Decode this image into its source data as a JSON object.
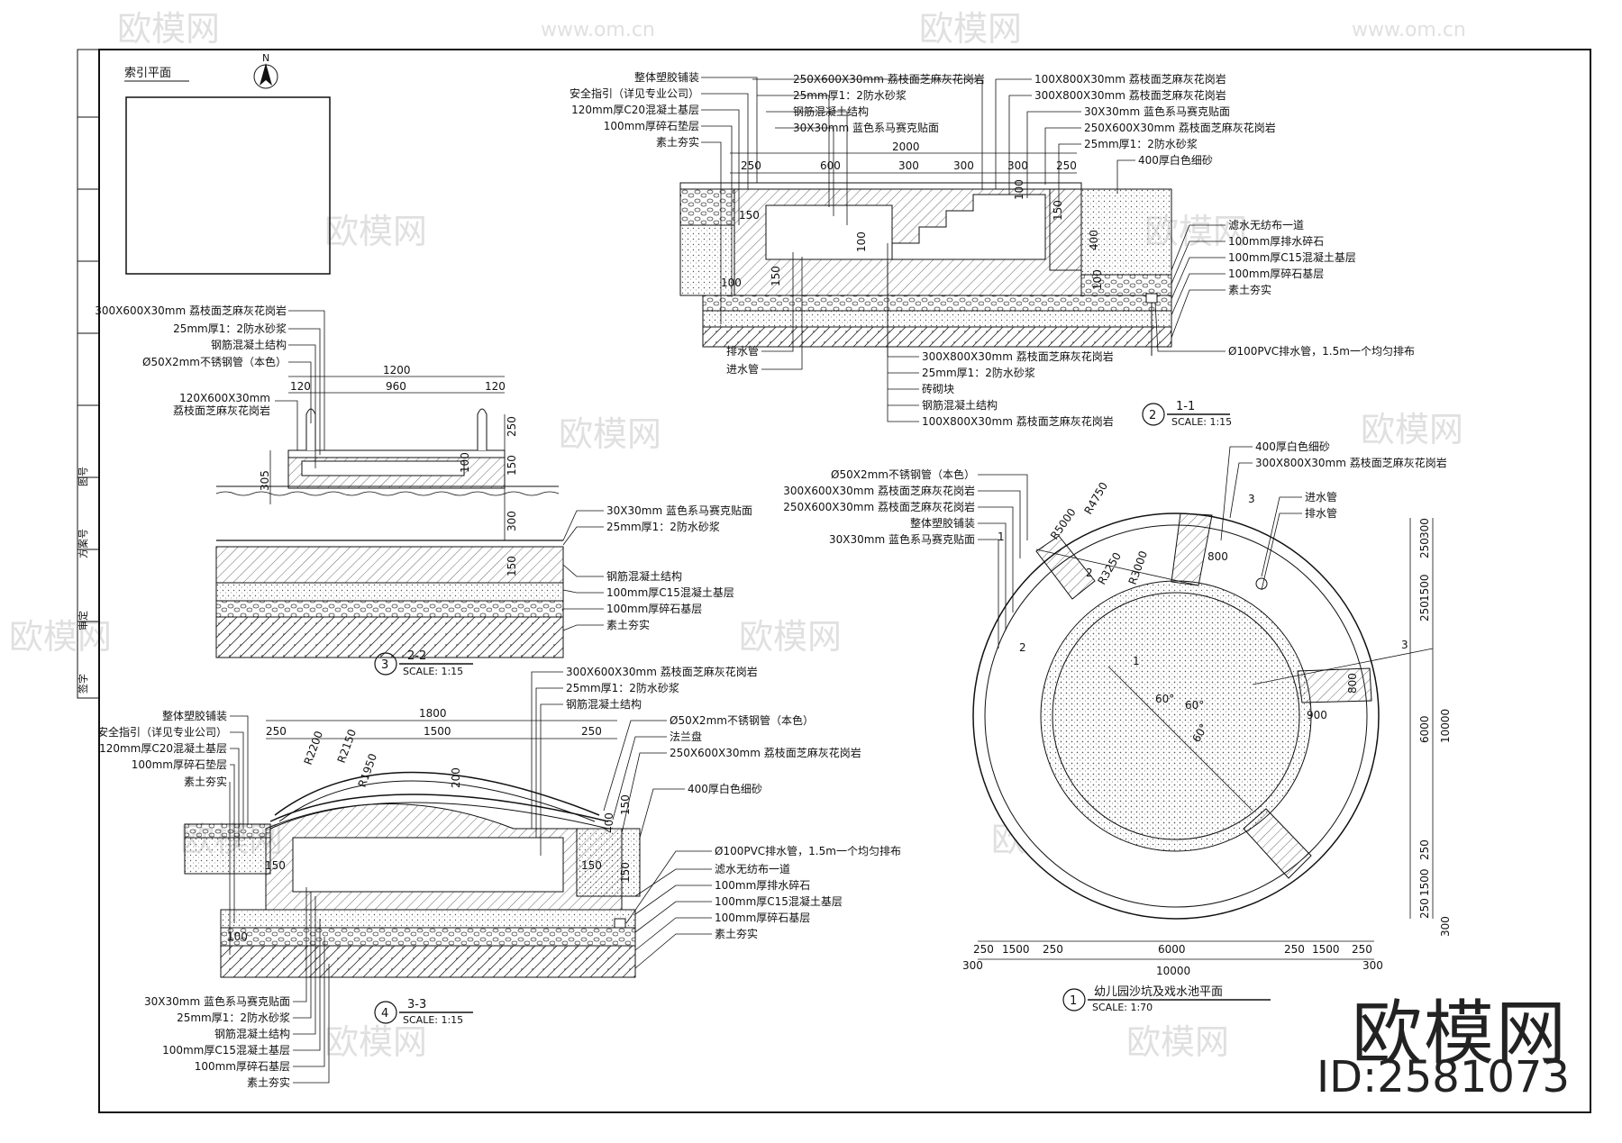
{
  "sheet": {
    "index_plan_title": "索引平面",
    "north_label": "N",
    "brand": "欧模网",
    "brand_id": "ID:2581073",
    "watermark_cn": "欧模网",
    "watermark_url": "www.om.cn"
  },
  "section_1_1": {
    "number": "2",
    "title": "1-1",
    "scale": "SCALE:    1:15",
    "left_labels": [
      "整体塑胶铺装",
      "安全指引（详见专业公司）",
      "120mm厚C20混凝土基层",
      "100mm厚碎石垫层",
      "素土夯实"
    ],
    "top_labels_left": [
      "250X600X30mm 荔枝面芝麻灰花岗岩",
      "25mm厚1：2防水砂浆",
      "钢筋混凝土结构",
      "30X30mm 蓝色系马赛克贴面"
    ],
    "top_labels_right": [
      "100X800X30mm 荔枝面芝麻灰花岗岩",
      "300X800X30mm 荔枝面芝麻灰花岗岩",
      "30X30mm 蓝色系马赛克贴面",
      "250X600X30mm 荔枝面芝麻灰花岗岩",
      "25mm厚1：2防水砂浆",
      "400厚白色细砂"
    ],
    "right_labels": [
      "滤水无纺布一道",
      "100mm厚排水碎石",
      "100mm厚C15混凝土基层",
      "100mm厚碎石基层",
      "素土夯实",
      "Ø100PVC排水管，1.5m一个均匀排布"
    ],
    "bottom_labels": [
      "排水管",
      "进水管",
      "300X800X30mm 荔枝面芝麻灰花岗岩",
      "25mm厚1：2防水砂浆",
      "砖砌块",
      "钢筋混凝土结构",
      "100X800X30mm 荔枝面芝麻灰花岗岩"
    ],
    "dims_top": [
      "2000",
      "250",
      "600",
      "300",
      "300",
      "300",
      "250"
    ],
    "dims_side": [
      "150",
      "100",
      "150",
      "100",
      "400",
      "150",
      "100",
      "100"
    ]
  },
  "section_2_2": {
    "number": "3",
    "title": "2-2",
    "scale": "SCALE:    1:15",
    "left_labels": [
      "300X600X30mm 荔枝面芝麻灰花岗岩",
      "25mm厚1：2防水砂浆",
      "钢筋混凝土结构",
      "Ø50X2mm不锈钢管（本色）",
      "120X600X30mm",
      "荔枝面芝麻灰花岗岩"
    ],
    "right_labels": [
      "30X30mm 蓝色系马赛克贴面",
      "25mm厚1：2防水砂浆",
      "钢筋混凝土结构",
      "100mm厚C15混凝土基层",
      "100mm厚碎石基层",
      "素土夯实"
    ],
    "dims": [
      "1200",
      "120",
      "960",
      "120",
      "250",
      "305",
      "150",
      "100",
      "300",
      "150"
    ]
  },
  "section_3_3": {
    "number": "4",
    "title": "3-3",
    "scale": "SCALE:    1:15",
    "left_labels": [
      "整体塑胶铺装",
      "安全指引（详见专业公司）",
      "120mm厚C20混凝土基层",
      "100mm厚碎石垫层",
      "素土夯实"
    ],
    "top_labels": [
      "300X600X30mm 荔枝面芝麻灰花岗岩",
      "25mm厚1：2防水砂浆",
      "钢筋混凝土结构",
      "Ø50X2mm不锈钢管（本色）",
      "法兰盘",
      "250X600X30mm 荔枝面芝麻灰花岗岩",
      "400厚白色细砂"
    ],
    "right_labels": [
      "Ø100PVC排水管，1.5m一个均匀排布",
      "滤水无纺布一道",
      "100mm厚排水碎石",
      "100mm厚C15混凝土基层",
      "100mm厚碎石基层",
      "素土夯实"
    ],
    "bottom_labels": [
      "30X30mm 蓝色系马赛克贴面",
      "25mm厚1：2防水砂浆",
      "钢筋混凝土结构",
      "100mm厚C15混凝土基层",
      "100mm厚碎石基层",
      "素土夯实"
    ],
    "dims": [
      "1800",
      "250",
      "1500",
      "250",
      "R2200",
      "R2150",
      "R1950",
      "200",
      "150",
      "150",
      "150",
      "400",
      "150",
      "100"
    ]
  },
  "plan": {
    "number": "1",
    "title": "幼儿园沙坑及戏水池平面",
    "scale": "SCALE:    1:70",
    "labels_left": [
      "Ø50X2mm不锈钢管（本色）",
      "300X600X30mm 荔枝面芝麻灰花岗岩",
      "250X600X30mm 荔枝面芝麻灰花岗岩",
      "整体塑胶铺装",
      "30X30mm 蓝色系马赛克贴面"
    ],
    "labels_right": [
      "400厚白色细砂",
      "300X800X30mm 荔枝面芝麻灰花岗岩",
      "进水管",
      "排水管"
    ],
    "radii": [
      "R5000",
      "R4750",
      "R3250",
      "R3000"
    ],
    "angles": [
      "60°",
      "60°",
      "60°"
    ],
    "dims_bottom": [
      "250",
      "1500",
      "250",
      "6000",
      "250",
      "1500",
      "250",
      "300",
      "10000",
      "300"
    ],
    "dims_right": [
      "300",
      "250",
      "1500",
      "250",
      "6000",
      "10000",
      "250",
      "1500",
      "250",
      "300"
    ],
    "other_dims": [
      "800",
      "800",
      "900"
    ],
    "section_marks": [
      "1",
      "1",
      "2",
      "2",
      "3",
      "3"
    ]
  },
  "title_block": [
    "签字",
    "审定",
    "方案号",
    "图号"
  ]
}
